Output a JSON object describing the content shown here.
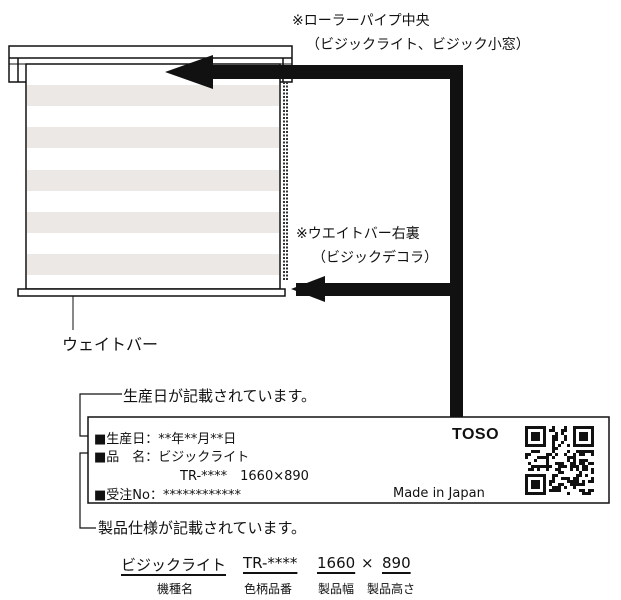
{
  "callouts": {
    "roller_pipe_line1": "※ローラーパイプ中央",
    "roller_pipe_line2": "（ビジックライト、ビジック小窓）",
    "weight_bar_back_line1": "※ウエイトバー右裏",
    "weight_bar_back_line2": "（ビジックデコラ）",
    "weight_bar": "ウェイトバー",
    "production_date_note": "生産日が記載されています。",
    "product_spec_note": "製品仕様が記載されています。"
  },
  "label": {
    "date_row": "■生産日：**年**月**日",
    "name_row": "■品　名：ビジックライト",
    "model_row": "TR-****　1660×890",
    "order_row": "■受注No：************",
    "brand": "TOSO",
    "origin": "Made in Japan",
    "qr_icon": "qr-code-icon"
  },
  "spec_breakdown": {
    "model_name": "ビジックライト",
    "color_code": "TR-****",
    "width": "1660",
    "times": "×",
    "height": "890",
    "model_name_caption": "機種名",
    "color_code_caption": "色柄品番",
    "width_caption": "製品幅",
    "height_caption": "製品高さ"
  },
  "colors": {
    "stripe": "#ece8e6",
    "line": "#111111",
    "background": "#ffffff"
  }
}
